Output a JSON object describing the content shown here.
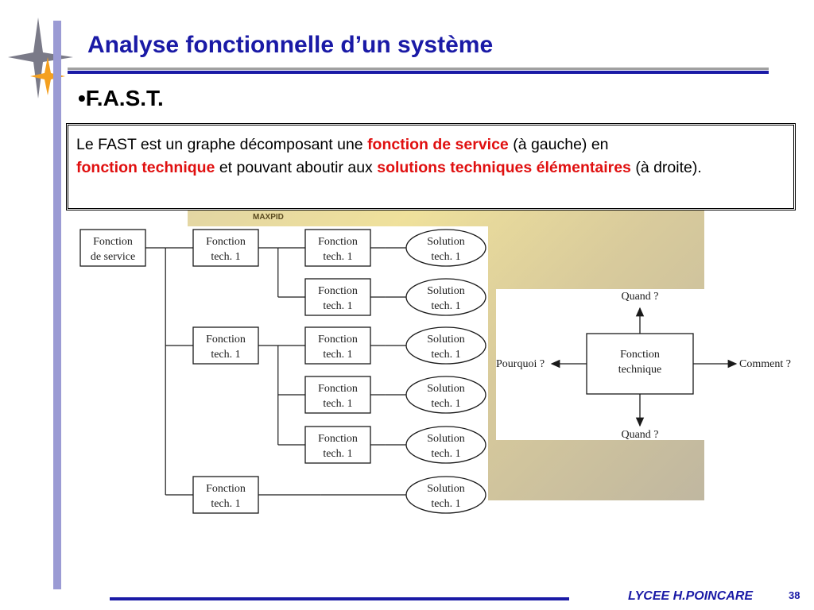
{
  "slide": {
    "title": "Analyse fonctionnelle d’un système",
    "bullet": "•F.A.S.T.",
    "description": {
      "t1": "Le FAST est un graphe décomposant une ",
      "r1": "fonction de service",
      "t2": " (à gauche) en ",
      "r2": "fonction technique",
      "t3": " et pouvant  aboutir aux ",
      "r3": "solutions techniques élémentaires",
      "t4": " (à droite)."
    },
    "background_photo_label": "MAXPID",
    "footer": "LYCEE H.POINCARE",
    "page_number": "38"
  },
  "chart_data": [
    {
      "type": "tree",
      "nodes": [
        {
          "id": "fs",
          "shape": "rect",
          "line1": "Fonction",
          "line2": "de service"
        },
        {
          "id": "ft_a",
          "shape": "rect",
          "line1": "Fonction",
          "line2": "tech. 1"
        },
        {
          "id": "ft_b",
          "shape": "rect",
          "line1": "Fonction",
          "line2": "tech. 1"
        },
        {
          "id": "ft_c",
          "shape": "rect",
          "line1": "Fonction",
          "line2": "tech. 1"
        },
        {
          "id": "ft_a1",
          "shape": "rect",
          "line1": "Fonction",
          "line2": "tech. 1"
        },
        {
          "id": "ft_a2",
          "shape": "rect",
          "line1": "Fonction",
          "line2": "tech. 1"
        },
        {
          "id": "ft_b1",
          "shape": "rect",
          "line1": "Fonction",
          "line2": "tech. 1"
        },
        {
          "id": "ft_b2",
          "shape": "rect",
          "line1": "Fonction",
          "line2": "tech. 1"
        },
        {
          "id": "ft_b3",
          "shape": "rect",
          "line1": "Fonction",
          "line2": "tech. 1"
        },
        {
          "id": "st_1",
          "shape": "ellipse",
          "line1": "Solution",
          "line2": "tech. 1"
        },
        {
          "id": "st_2",
          "shape": "ellipse",
          "line1": "Solution",
          "line2": "tech. 1"
        },
        {
          "id": "st_3",
          "shape": "ellipse",
          "line1": "Solution",
          "line2": "tech. 1"
        },
        {
          "id": "st_4",
          "shape": "ellipse",
          "line1": "Solution",
          "line2": "tech. 1"
        },
        {
          "id": "st_5",
          "shape": "ellipse",
          "line1": "Solution",
          "line2": "tech. 1"
        },
        {
          "id": "st_6",
          "shape": "ellipse",
          "line1": "Solution",
          "line2": "tech. 1"
        }
      ],
      "edges": [
        [
          "fs",
          "ft_a"
        ],
        [
          "fs",
          "ft_b"
        ],
        [
          "fs",
          "ft_c"
        ],
        [
          "ft_a",
          "ft_a1"
        ],
        [
          "ft_a",
          "ft_a2"
        ],
        [
          "ft_b",
          "ft_b1"
        ],
        [
          "ft_b",
          "ft_b2"
        ],
        [
          "ft_b",
          "ft_b3"
        ],
        [
          "ft_a1",
          "st_1"
        ],
        [
          "ft_a2",
          "st_2"
        ],
        [
          "ft_b1",
          "st_3"
        ],
        [
          "ft_b2",
          "st_4"
        ],
        [
          "ft_b3",
          "st_5"
        ],
        [
          "ft_c",
          "st_6"
        ]
      ]
    },
    {
      "type": "diagram",
      "center": {
        "line1": "Fonction",
        "line2": "technique"
      },
      "arrows": {
        "up": "Quand ?",
        "down": "Quand ?",
        "left": "Pourquoi ?",
        "right": "Comment ?"
      }
    }
  ]
}
